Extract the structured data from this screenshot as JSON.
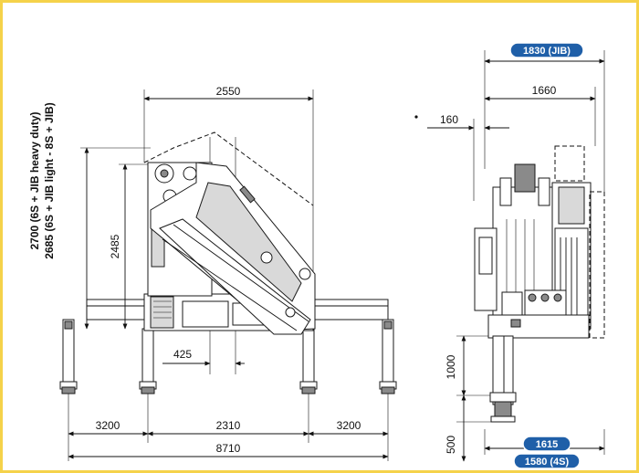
{
  "colors": {
    "frame": "#f5d24a",
    "pill": "#1f5fa8"
  },
  "side_view": {
    "dim_width": "2550",
    "dim_height_main": "2485",
    "dim_height_side_1": "2700 (6S + JIB heavy duty)",
    "dim_height_side_2": "2685 (6S + JIB light - 8S + JIB)",
    "dim_offset": "425",
    "dim_left_leg": "3200",
    "dim_center": "2310",
    "dim_right_leg": "3200",
    "dim_total": "8710"
  },
  "rear_view": {
    "dim_jib": "1830 (JIB)",
    "dim_width": "1660",
    "dim_offset": "160",
    "dim_stroke": "1000",
    "dim_ground": "500",
    "dim_base": "1615",
    "dim_base_4s": "1580 (4S)"
  }
}
